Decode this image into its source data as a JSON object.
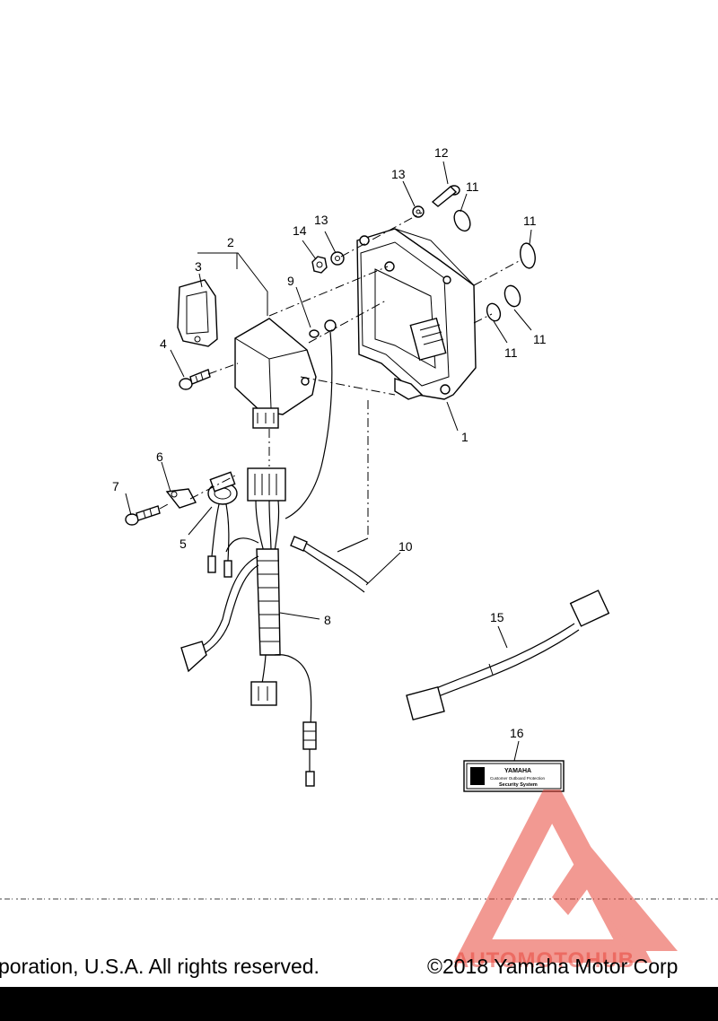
{
  "callouts": {
    "c1": "1",
    "c2": "2",
    "c3": "3",
    "c4": "4",
    "c5": "5",
    "c6": "6",
    "c7": "7",
    "c8": "8",
    "c9": "9",
    "c10": "10",
    "c11a": "11",
    "c11b": "11",
    "c11c": "11",
    "c11d": "11",
    "c12": "12",
    "c13a": "13",
    "c13b": "13",
    "c14": "14",
    "c15": "15",
    "c16": "16"
  },
  "decal": {
    "brand": "YAMAHA",
    "line1": "Customer Outboard Protection",
    "line2": "Security System"
  },
  "footer": {
    "left_text": "poration, U.S.A. All rights reserved.",
    "right_text": "©2018 Yamaha Motor Corp"
  },
  "watermark": {
    "text": "AUTOMOTOHUB",
    "color": "#e8463a"
  }
}
